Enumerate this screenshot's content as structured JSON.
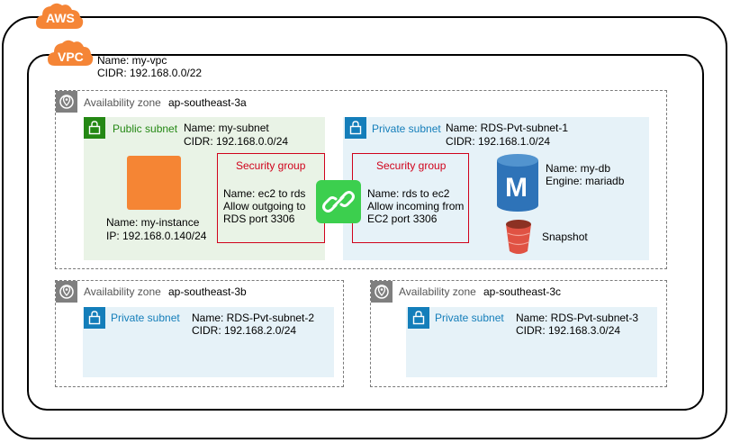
{
  "aws": {
    "label": "AWS"
  },
  "vpc": {
    "badge": "VPC",
    "name": "Name: my-vpc",
    "cidr": "CIDR: 192.168.0.0/22"
  },
  "az_a": {
    "label": "Availability zone",
    "name": "ap-southeast-3a",
    "public_subnet": {
      "label": "Public subnet",
      "name": "Name: my-subnet",
      "cidr": "CIDR: 192.168.0.0/24"
    },
    "ec2": {
      "name": "Name: my-instance",
      "ip": "IP: 192.168.0.140/24"
    },
    "sg_ec2": {
      "title": "Security group",
      "line1": "Name: ec2 to rds",
      "line2": "Allow outgoing to",
      "line3": "RDS port 3306"
    },
    "private_subnet": {
      "label": "Private subnet",
      "name": "Name: RDS-Pvt-subnet-1",
      "cidr": "CIDR: 192.168.1.0/24"
    },
    "sg_rds": {
      "title": "Security group",
      "line1": "Name: rds to ec2",
      "line2": "Allow incoming from",
      "line3": "EC2 port 3306"
    },
    "db": {
      "name": "Name: my-db",
      "engine": "Engine: mariadb",
      "icon_letter": "M"
    },
    "snapshot": {
      "label": "Snapshot"
    }
  },
  "az_b": {
    "label": "Availability zone",
    "name": "ap-southeast-3b",
    "private_subnet": {
      "label": "Private subnet",
      "name": "Name: RDS-Pvt-subnet-2",
      "cidr": "CIDR: 192.168.2.0/24"
    }
  },
  "az_c": {
    "label": "Availability zone",
    "name": "ap-southeast-3c",
    "private_subnet": {
      "label": "Private subnet",
      "name": "Name: RDS-Pvt-subnet-3",
      "cidr": "CIDR: 192.168.3.0/24"
    }
  },
  "colors": {
    "aws_orange": "#f58536",
    "public_green": "#248814",
    "private_blue": "#147eba",
    "security_red": "#d0021b",
    "rds_blue": "#2e73b8",
    "ec2_orange": "#f58534",
    "connector_green": "#3ccf4e"
  },
  "icons": {
    "az": "location-pin-icon",
    "public_subnet": "lock-icon",
    "private_subnet": "lock-icon",
    "ec2": "ec2-instance-icon",
    "connector": "link-icon",
    "db": "rds-database-icon",
    "snapshot": "snapshot-bucket-icon"
  }
}
